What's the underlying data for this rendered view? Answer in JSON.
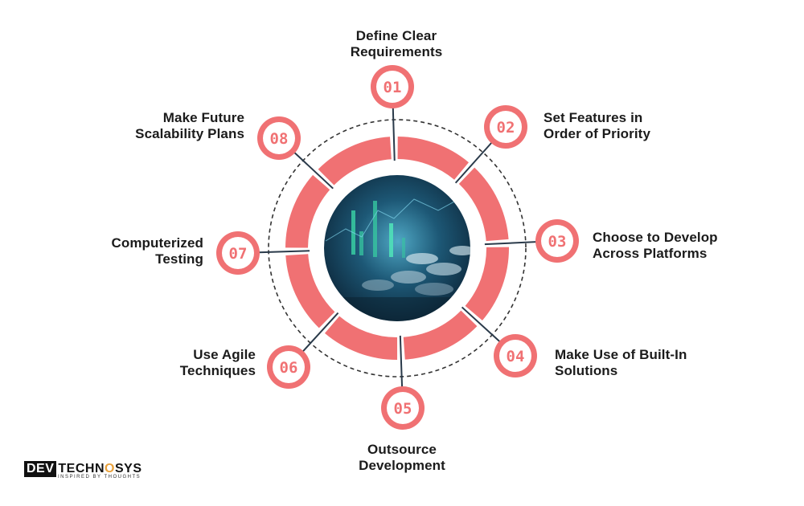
{
  "colors": {
    "accent": "#f07173",
    "ring_dash": "#333333",
    "connector": "#2a3a4a",
    "center_dark": "#0e2a3f",
    "center_light": "#3f8fb0",
    "bars": "#37c7a0"
  },
  "steps": [
    {
      "number": "01",
      "line1": "Define Clear",
      "line2": "Requirements"
    },
    {
      "number": "02",
      "line1": "Set Features in",
      "line2": "Order of Priority"
    },
    {
      "number": "03",
      "line1": "Choose to Develop",
      "line2": "Across Platforms"
    },
    {
      "number": "04",
      "line1": "Make Use of Built-In",
      "line2": "Solutions"
    },
    {
      "number": "05",
      "line1": "Outsource",
      "line2": "Development"
    },
    {
      "number": "06",
      "line1": "Use Agile",
      "line2": "Techniques"
    },
    {
      "number": "07",
      "line1": "Computerized",
      "line2": "Testing"
    },
    {
      "number": "08",
      "line1": "Make Future",
      "line2": "Scalability Plans"
    }
  ],
  "logo": {
    "dev": "DEV",
    "techno": "TECHN",
    "o": "O",
    "sys": "SYS",
    "tagline": "INSPIRED BY THOUGHTS"
  }
}
